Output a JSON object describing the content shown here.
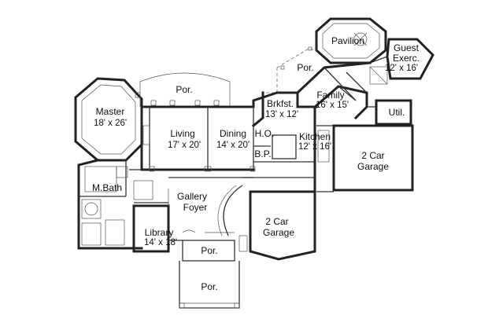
{
  "rooms": {
    "pavilion": {
      "name": "Pavilion"
    },
    "guest": {
      "name": "Guest",
      "name2": "Exerc.",
      "dims": "12' x 16'"
    },
    "por_top": {
      "name": "Por."
    },
    "por_upper_left": {
      "name": "Por."
    },
    "master": {
      "name": "Master",
      "dims": "18' x 26'"
    },
    "brkfst": {
      "name": "Brkfst.",
      "dims": "13' x 12'"
    },
    "family": {
      "name": "Family",
      "dims": "16' x 15'"
    },
    "util": {
      "name": "Util."
    },
    "living": {
      "name": "Living",
      "dims": "17' x 20'"
    },
    "dining": {
      "name": "Dining",
      "dims": "14' x 20'"
    },
    "ho": {
      "name": "H.O."
    },
    "bp": {
      "name": "B.P."
    },
    "kitchen": {
      "name": "Kitchen",
      "dims": "12' x 16'"
    },
    "garage_right": {
      "name": "2 Car",
      "name2": "Garage"
    },
    "mbath": {
      "name": "M.Bath"
    },
    "gallery": {
      "name": "Gallery",
      "name2": "Foyer"
    },
    "garage_center": {
      "name": "2 Car",
      "name2": "Garage"
    },
    "library": {
      "name": "Library",
      "dims": "14' x 18'"
    },
    "por_entry": {
      "name": "Por."
    },
    "por_bottom": {
      "name": "Por."
    }
  }
}
